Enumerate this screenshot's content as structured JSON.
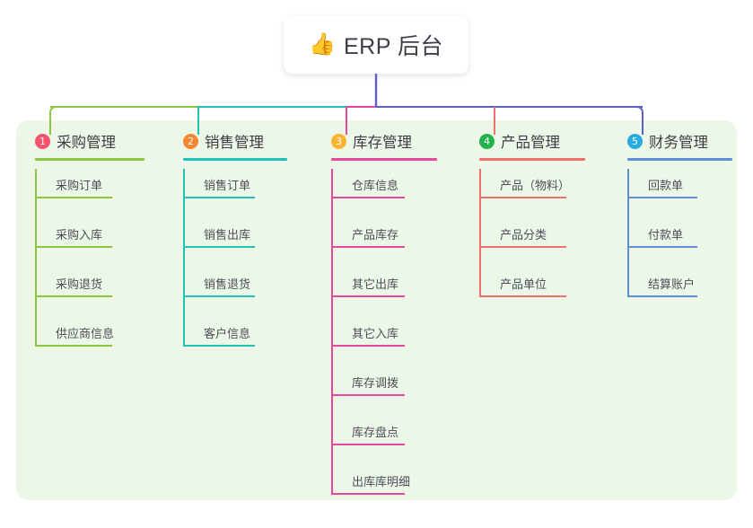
{
  "diagram": {
    "type": "mindmap-tree",
    "root": {
      "icon": "thumbs-up-icon",
      "emoji": "👍",
      "title": "ERP 后台"
    },
    "panel_color": "#edf7e8",
    "root_stem_color": "#5b5fc7",
    "columns": [
      {
        "index": "1",
        "title": "采购管理",
        "color": "#8cc63f",
        "badge_color": "#f4536b",
        "head_rule_width": 122,
        "leaf_rule_width": 86,
        "items": [
          "采购订单",
          "采购入库",
          "采购退货",
          "供应商信息"
        ]
      },
      {
        "index": "2",
        "title": "销售管理",
        "color": "#1fc2b4",
        "badge_color": "#f58634",
        "head_rule_width": 116,
        "leaf_rule_width": 80,
        "items": [
          "销售订单",
          "销售出库",
          "销售退货",
          "客户信息"
        ]
      },
      {
        "index": "3",
        "title": "库存管理",
        "color": "#e8489b",
        "badge_color": "#f9b32f",
        "head_rule_width": 118,
        "leaf_rule_width": 82,
        "items": [
          "仓库信息",
          "产品库存",
          "其它出库",
          "其它入库",
          "库存调拨",
          "库存盘点",
          "出库库明细"
        ]
      },
      {
        "index": "4",
        "title": "产品管理",
        "color": "#f2706b",
        "badge_color": "#21b34c",
        "head_rule_width": 118,
        "leaf_rule_width": 97,
        "items": [
          "产品（物料）",
          "产品分类",
          "产品单位"
        ]
      },
      {
        "index": "5",
        "title": "财务管理",
        "color": "#5b8fd6",
        "badge_color": "#29aae1",
        "head_rule_width": 117,
        "leaf_rule_width": 78,
        "items": [
          "回款单",
          "付款单",
          "结算账户"
        ]
      }
    ]
  }
}
